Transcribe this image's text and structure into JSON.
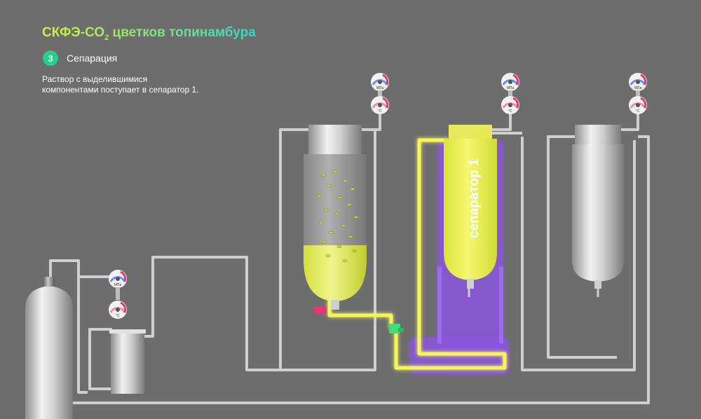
{
  "header": {
    "title_main": "СКФЭ-СО",
    "title_sub": "2",
    "title_rest": " цветков топинамбура"
  },
  "step": {
    "number": "3",
    "label": "Сепарация"
  },
  "description": {
    "line1": "Раствор с выделившимися",
    "line2": "компонентами поступает в сепаратор 1."
  },
  "gauges": {
    "pressure_unit": "МПа",
    "temperature_unit": "°C"
  },
  "separator": {
    "label": "сепаратор 1"
  },
  "colors": {
    "background": "#6d6d6d",
    "flow": "#f4f55a",
    "separator_glow": "#8a55e0",
    "step_badge": "#25d08c",
    "valve_pink": "#e8357a",
    "valve_green": "#3fe07a"
  }
}
